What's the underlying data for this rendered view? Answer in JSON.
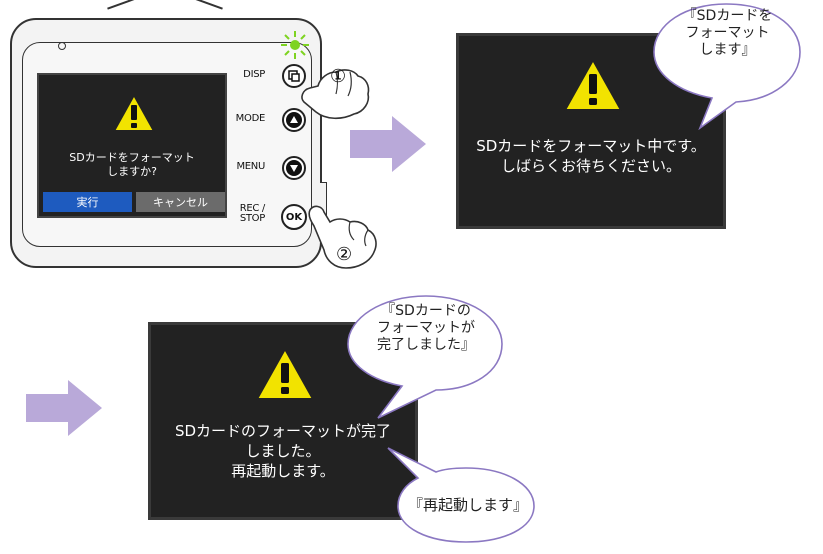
{
  "device": {
    "side_labels": {
      "disp": "DISP",
      "mode": "MODE",
      "menu": "MENU",
      "rec_stop": "REC /\nSTOP"
    },
    "ok_label": "OK",
    "screen": {
      "message": "SDカードをフォーマット\nしますか?",
      "exec_label": "実行",
      "cancel_label": "キャンセル"
    }
  },
  "steps": {
    "step1": "①",
    "step2": "②"
  },
  "screen_formatting": {
    "message": "SDカードをフォーマット中です。\nしばらくお待ちください。"
  },
  "screen_complete": {
    "message": "SDカードのフォーマットが完了\nしました。\n再起動します。"
  },
  "bubbles": {
    "formatting": "『SDカードを\nフォーマット\nします』",
    "complete": "『SDカードの\nフォーマットが\n完了しました』",
    "restart": "『再起動します』"
  },
  "colors": {
    "arrow": "#b9a9d9",
    "screen": "#222222",
    "warning": "#f2e300",
    "exec": "#1e5bbf",
    "cancel": "#6b6b6b",
    "bubble_stroke": "#8b78c2",
    "led": "#7ed321"
  },
  "icons": [
    "warning-icon",
    "up-arrow-icon",
    "down-arrow-icon",
    "hand-icon",
    "led-icon"
  ]
}
